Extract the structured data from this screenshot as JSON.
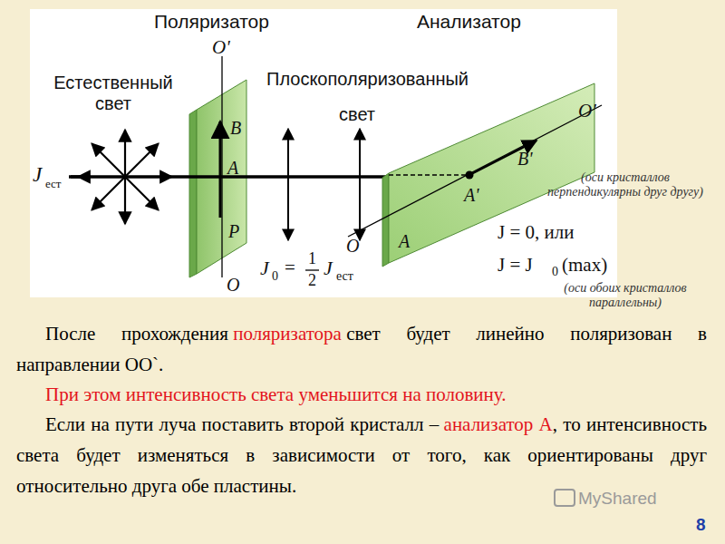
{
  "diagram": {
    "labels": [
      "Поляризатор",
      "Анализатор",
      "O'",
      "Естественный свет",
      "Плоскополяризованный",
      "свет",
      "O'",
      "B",
      "J",
      "ест",
      "A",
      "B'",
      "(оси кристаллов перпендикулярны друг другу)",
      "A'",
      "P",
      "O",
      "A",
      "J = 0, или",
      "J = J",
      "0",
      "(max)",
      "(оси обоих кристаллов параллельны)",
      "J",
      "0",
      "=",
      "1",
      "2",
      "J",
      "ест",
      "O",
      "После прохождения",
      "поляризатора",
      "свет будет линейно поляризован в направлении OO`.",
      "При этом интенсивность света уменьшится на половину.",
      "Если на пути луча поставить второй кристалл –",
      "анализатор А",
      ", то интенсивность света будет изменяться в зависимости от того, как ориентированы друг относительно друга обе пластины.",
      "MyShared",
      "8"
    ]
  }
}
